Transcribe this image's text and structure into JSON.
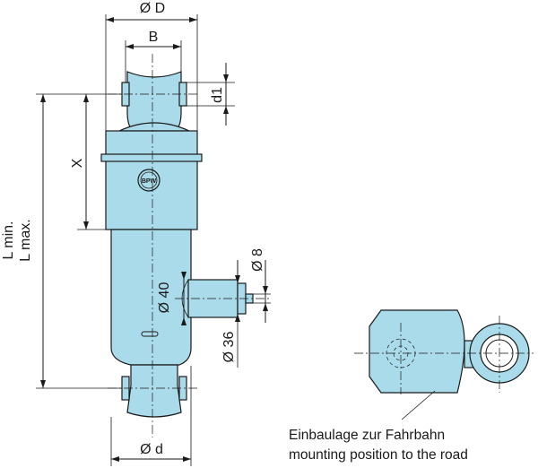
{
  "dimensions": {
    "outer_diameter": "Ø D",
    "mount_width": "B",
    "eye_diameter": "d1",
    "offset": "X",
    "length_min": "L min.",
    "length_max": "L max.",
    "port_diameter_40": "Ø 40",
    "port_diameter_36": "Ø 36",
    "port_diameter_8": "Ø 8",
    "rod_diameter": "Ø d"
  },
  "caption": {
    "line_de": "Einbaulage zur Fahrbahn",
    "line_en": "mounting position to the road"
  },
  "logo": {
    "text": "BPW"
  }
}
